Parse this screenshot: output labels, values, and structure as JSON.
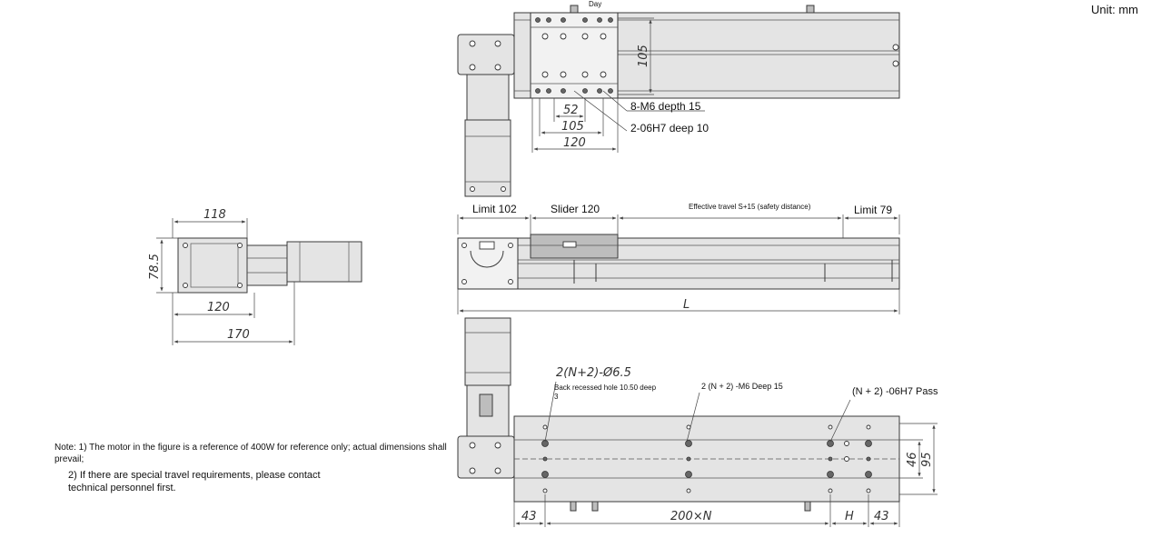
{
  "unit_label": "Unit: mm",
  "top_view": {
    "day_label": "Day",
    "dim_105_v": "105",
    "dim_52": "52",
    "dim_105": "105",
    "dim_120": "120",
    "callout_m6": "8-M6 depth 15",
    "callout_h7": "2-06H7 deep 10"
  },
  "side_view": {
    "limit_left": "Limit 102",
    "slider": "Slider 120",
    "effective_travel": "Effective travel S+15 (safety distance)",
    "limit_right": "Limit 79",
    "length": "L"
  },
  "end_view": {
    "dim_118": "118",
    "dim_78_5": "78.5",
    "dim_120": "120",
    "dim_170": "170"
  },
  "bottom_view": {
    "hole_spec": "2(N+2)-Ø6.5",
    "back_recess": "Back recessed hole 10.50 deep",
    "back_recess_depth": "3",
    "m6_spec": "2 (N + 2) -M6 Deep 15",
    "h7_spec": "(N + 2) -06H7 Pass",
    "dim_46": "46",
    "dim_95": "95",
    "dim_43_left": "43",
    "dim_pitch": "200×N",
    "dim_h": "H",
    "dim_43_right": "43"
  },
  "notes": {
    "note1": "Note: 1) The motor in the figure is a reference of 400W for reference only; actual dimensions shall prevail;",
    "note2": "2) If there are special travel requirements, please contact technical personnel first."
  }
}
